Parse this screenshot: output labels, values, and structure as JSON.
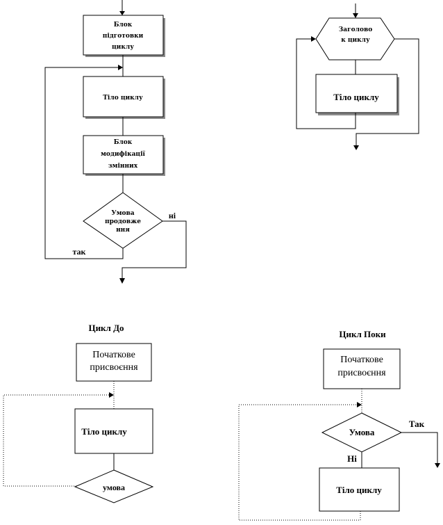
{
  "diagram1": {
    "prep_block": [
      "Блок",
      "підготовки",
      "циклу"
    ],
    "loop_body": "Тіло циклу",
    "modify_block": [
      "Блок",
      "модифікації",
      "змінних"
    ],
    "condition": [
      "Умова",
      "продовже",
      "ння"
    ],
    "label_no": "ні",
    "label_yes": "так"
  },
  "diagram2": {
    "header": [
      "Заголово",
      "к циклу"
    ],
    "loop_body": "Тіло циклу"
  },
  "diagram3": {
    "title": "Цикл До",
    "init": [
      "Початкове",
      "присвоєння"
    ],
    "loop_body": "Тіло циклу",
    "condition": "умова"
  },
  "diagram4": {
    "title": "Цикл Поки",
    "init": [
      "Початкове",
      "присвоєння"
    ],
    "condition": "Умова",
    "label_yes": "Так",
    "label_no": "Ні",
    "loop_body": "Тіло циклу"
  }
}
